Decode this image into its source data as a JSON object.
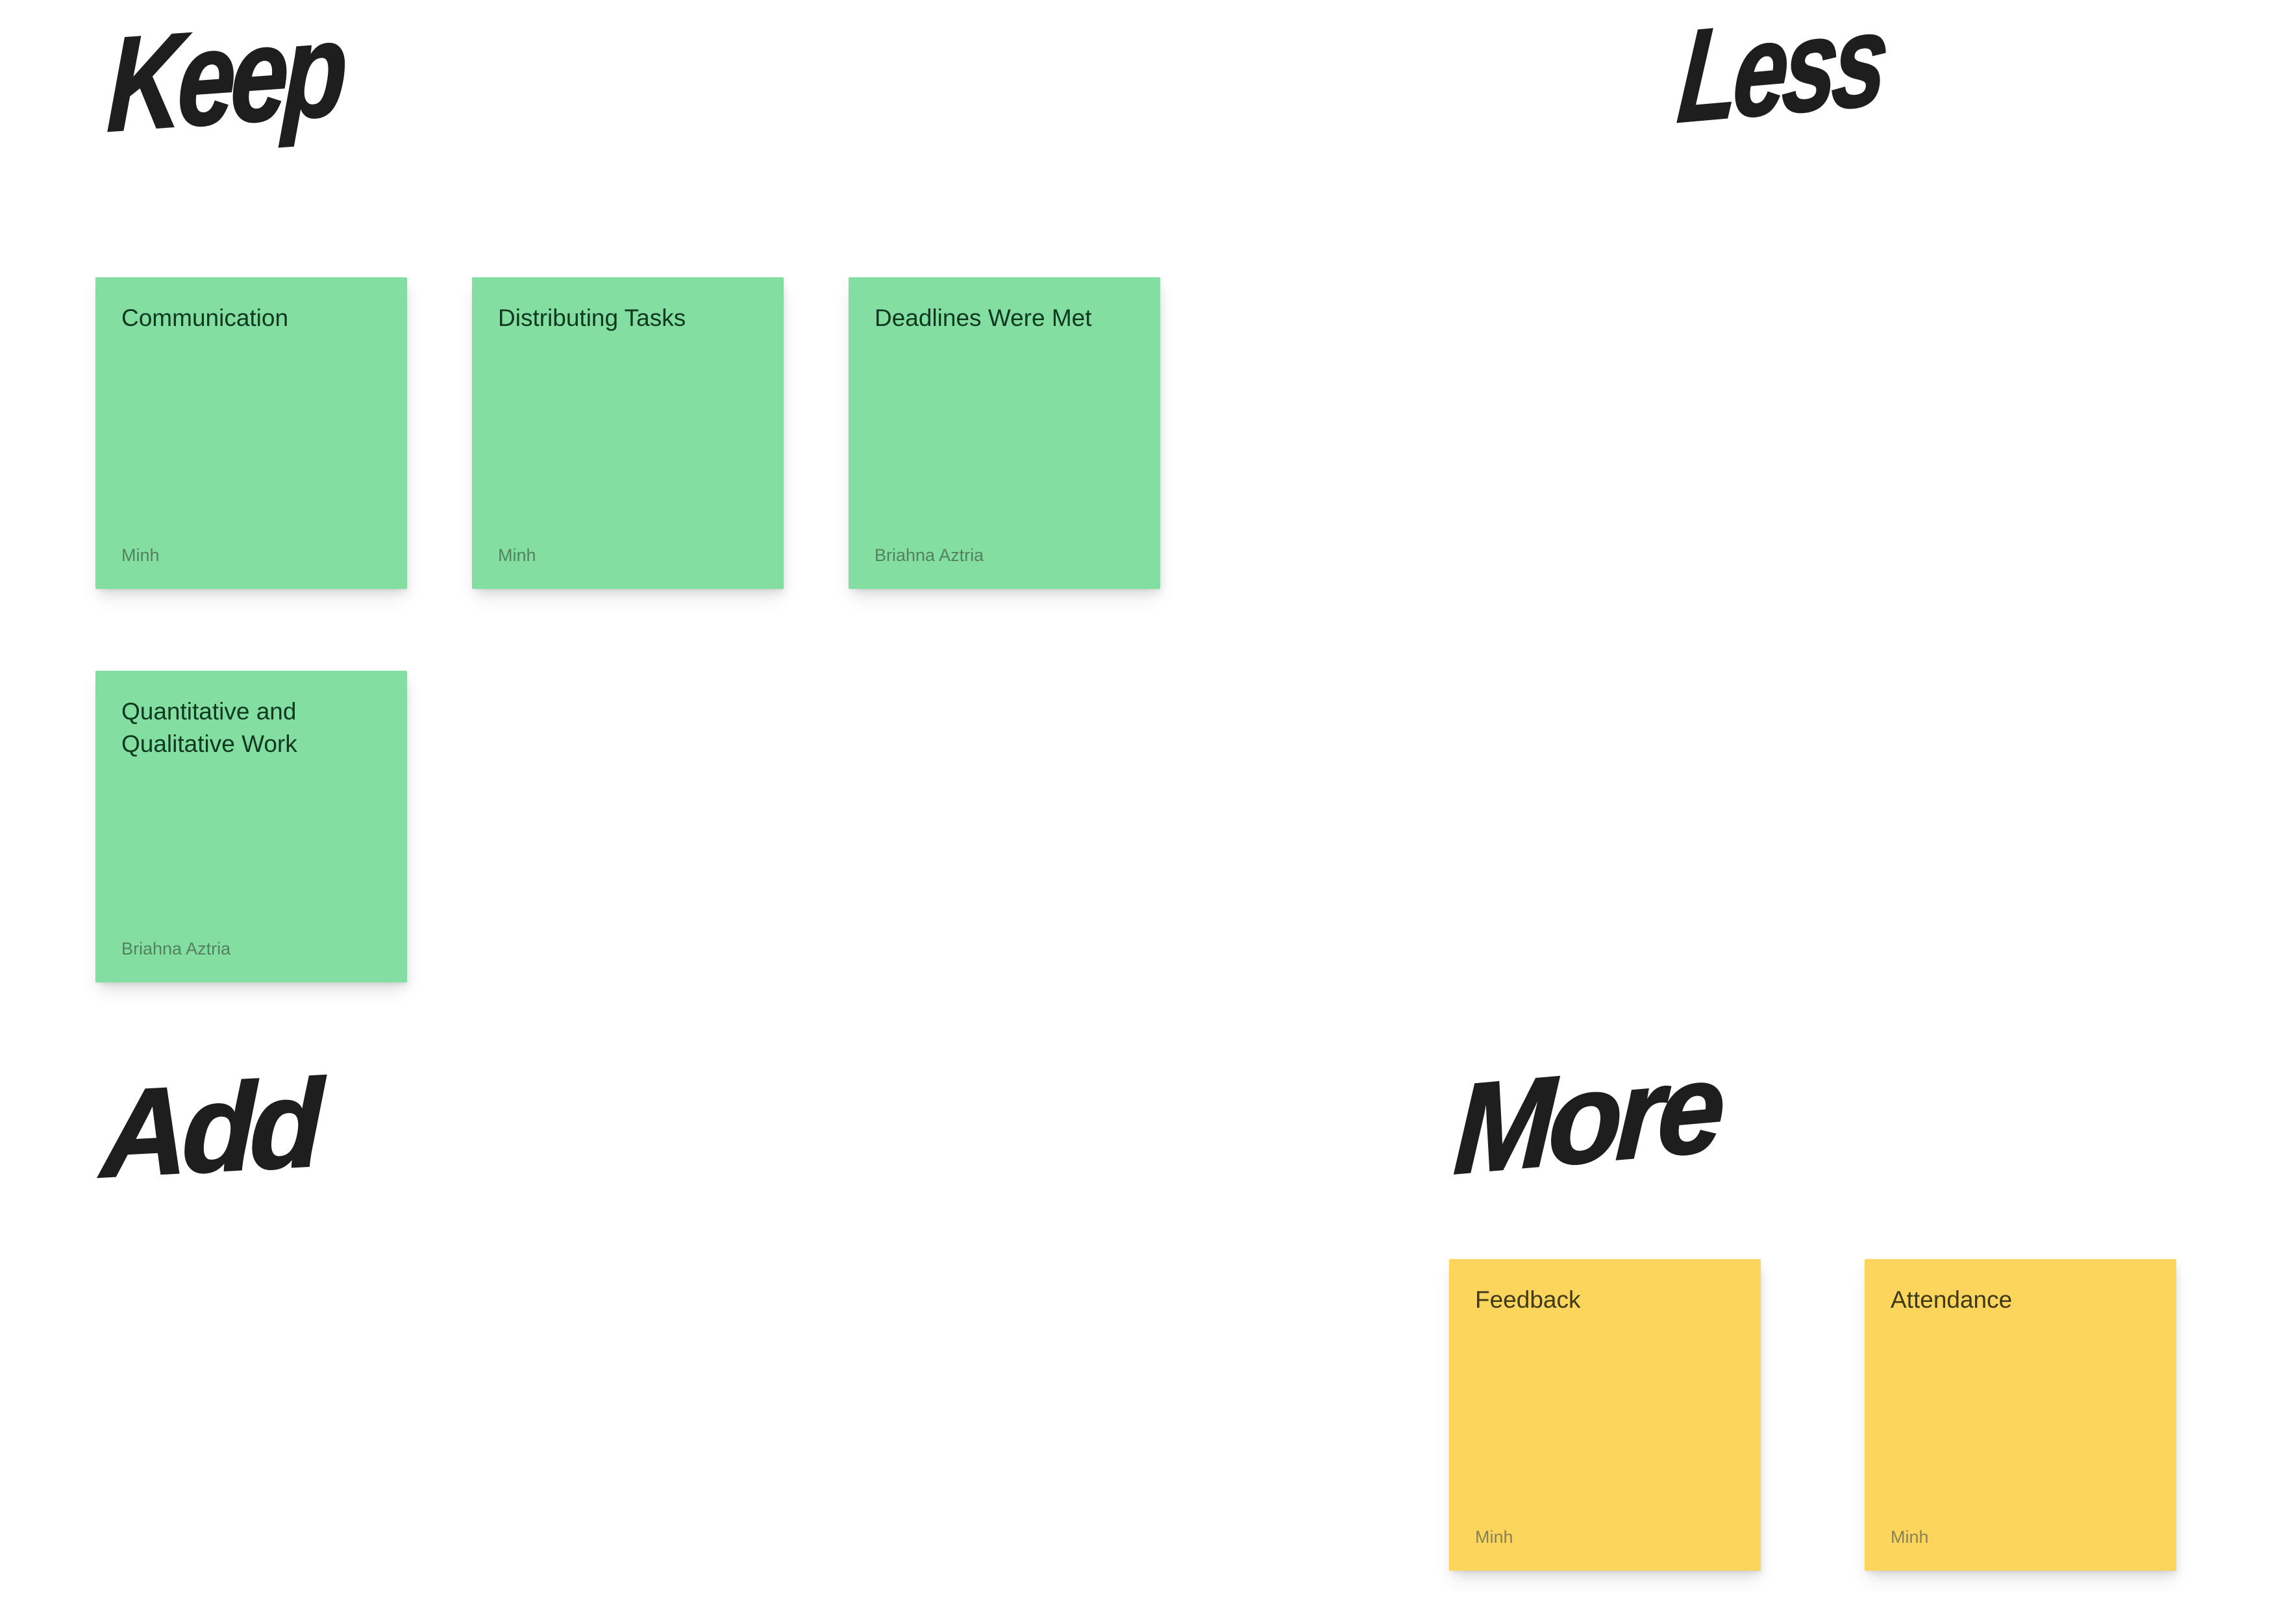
{
  "colors": {
    "board-bg": "#ffffff",
    "ink": "#1e1e1e",
    "note-green": "#82dfa1",
    "note-yellow": "#fcd65c",
    "note-green-text": "#10381f",
    "note-green-author": "#55805f",
    "note-yellow-text": "#3e3918",
    "note-yellow-author": "#8a8153"
  },
  "sections": [
    {
      "id": "keep",
      "label": "Keep"
    },
    {
      "id": "less",
      "label": "Less"
    },
    {
      "id": "add",
      "label": "Add"
    },
    {
      "id": "more",
      "label": "More"
    }
  ],
  "notes": [
    {
      "section": "keep",
      "text": "Communication",
      "author": "Minh",
      "color": "green"
    },
    {
      "section": "keep",
      "text": "Distributing Tasks",
      "author": "Minh",
      "color": "green"
    },
    {
      "section": "keep",
      "text": "Deadlines Were Met",
      "author": "Briahna Aztria",
      "color": "green"
    },
    {
      "section": "keep",
      "text": "Quantitative and Qualitative Work",
      "author": "Briahna Aztria",
      "color": "green"
    },
    {
      "section": "more",
      "text": "Feedback",
      "author": "Minh",
      "color": "yellow"
    },
    {
      "section": "more",
      "text": "Attendance",
      "author": "Minh",
      "color": "yellow"
    }
  ]
}
